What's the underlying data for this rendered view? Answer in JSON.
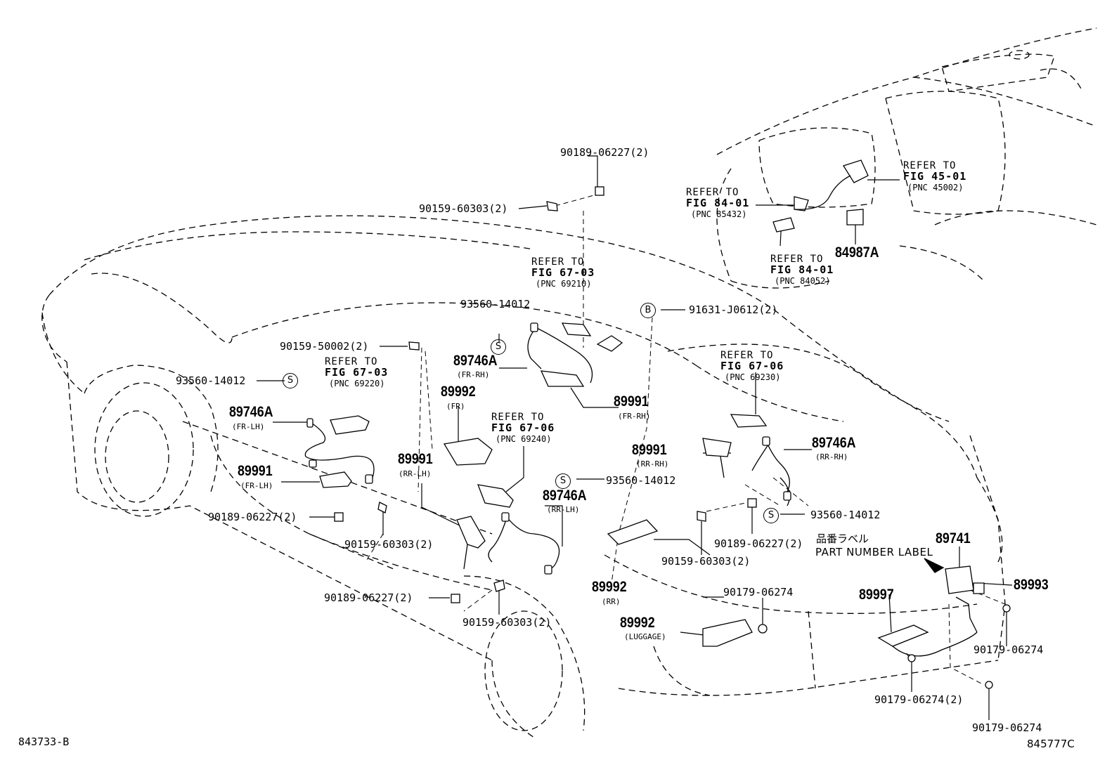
{
  "labels": {
    "p90189_top": "90189-06227(2)",
    "p90159_top": "90159-60303(2)",
    "ref_67_03_a": {
      "line1": "REFER TO",
      "line2": "FIG 67-03",
      "line3": "(PNC 69210)"
    },
    "p93560_top": "93560-14012",
    "p90159_50002": "90159-50002(2)",
    "ref_67_03_b": {
      "line1": "REFER TO",
      "line2": "FIG 67-03",
      "line3": "(PNC 69220)"
    },
    "p93560_left": "93560-14012",
    "p89746A_frlh": {
      "num": "89746A",
      "sub": "(FR-LH)"
    },
    "p89991_frlh": {
      "num": "89991",
      "sub": "(FR-LH)"
    },
    "p90189_left": "90189-06227(2)",
    "p90159_left": "90159-60303(2)",
    "p89746A_frrh": {
      "num": "89746A",
      "sub": "(FR-RH)"
    },
    "p89992_fr": {
      "num": "89992",
      "sub": "(FR)"
    },
    "p89991_rrlh": {
      "num": "89991",
      "sub": "(RR-LH)"
    },
    "ref_67_06_a": {
      "line1": "REFER TO",
      "line2": "FIG 67-06",
      "line3": "(PNC 69240)"
    },
    "p93560_mid": "93560-14012",
    "p89746A_rrlh": {
      "num": "89746A",
      "sub": "(RR-LH)"
    },
    "p90189_bottom": "90189-06227(2)",
    "p90159_bottom": "90159-60303(2)",
    "p91631": "91631-J0612(2)",
    "p89991_frrh": {
      "num": "89991",
      "sub": "(FR-RH)"
    },
    "ref_67_06_b": {
      "line1": "REFER TO",
      "line2": "FIG 67-06",
      "line3": "(PNC 69230)"
    },
    "p89991_rrrh": {
      "num": "89991",
      "sub": "(RR-RH)"
    },
    "p89746A_rrrh": {
      "num": "89746A",
      "sub": "(RR-RH)"
    },
    "p93560_right": "93560-14012",
    "p90189_right": "90189-06227(2)",
    "p90159_right": "90159-60303(2)",
    "p89992_rr": {
      "num": "89992",
      "sub": "(RR)"
    },
    "p90179_mid": "90179-06274",
    "p89992_luggage": {
      "num": "89992",
      "sub": "(LUGGAGE)"
    },
    "part_label_jp": "品番ラベル",
    "part_label_en": "PART NUMBER LABEL",
    "p89741": "89741",
    "p89993": "89993",
    "p89997": "89997",
    "p90179_right": "90179-06274",
    "p90179_bottom2": "90179-06274(2)",
    "p90179_bottom": "90179-06274",
    "ref_84_01_a": {
      "line1": "REFER TO",
      "line2": "FIG 84-01",
      "line3": "(PNC 85432)"
    },
    "ref_45_01": {
      "line1": "REFER TO",
      "line2": "FIG 45-01",
      "line3": "(PNC 45002)"
    },
    "ref_84_01_b": {
      "line1": "REFER TO",
      "line2": "FIG 84-01",
      "line3": "(PNC 84052)"
    },
    "p84987A": "84987A",
    "symbol_s": "S",
    "symbol_b": "B"
  },
  "codes": {
    "left": "843733-B",
    "right": "845777C"
  }
}
